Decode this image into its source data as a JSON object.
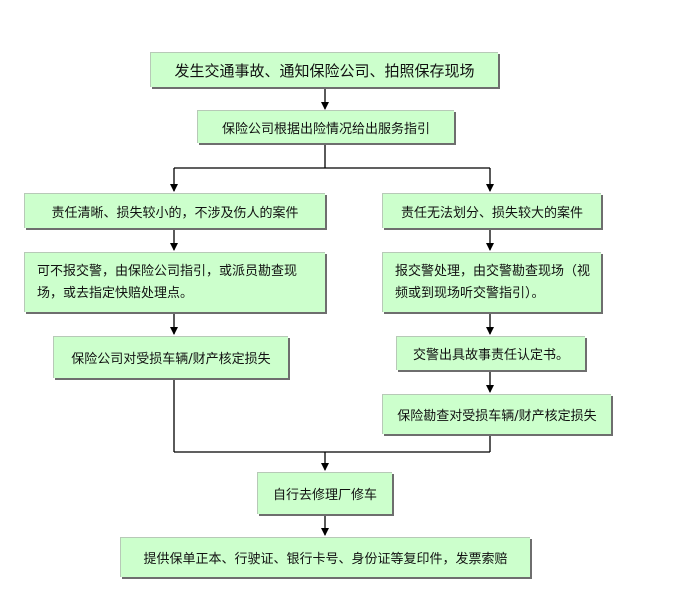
{
  "colors": {
    "box_fill": "#ccffcc",
    "line": "#000000",
    "shadow": "#6e6e6e"
  },
  "nodes": {
    "n1": "发生交通事故、通知保险公司、拍照保存现场",
    "n2": "保险公司根据出险情况给出服务指引",
    "l1": "责任清晰、损失较小的，不涉及伤人的案件",
    "l2": "可不报交警，由保险公司指引，或派员勘查现场，或去指定快赔处理点。",
    "l3": "保险公司对受损车辆/财产核定损失",
    "r1": "责任无法划分、损失较大的案件",
    "r2": "报交警处理，由交警勘查现场（视频或到现场听交警指引）。",
    "r3": "交警出具故事责任认定书。",
    "r4": "保险勘查对受损车辆/财产核定损失",
    "n3": "自行去修理厂修车",
    "n4": "提供保单正本、行驶证、银行卡号、身份证等复印件，发票索赔"
  }
}
